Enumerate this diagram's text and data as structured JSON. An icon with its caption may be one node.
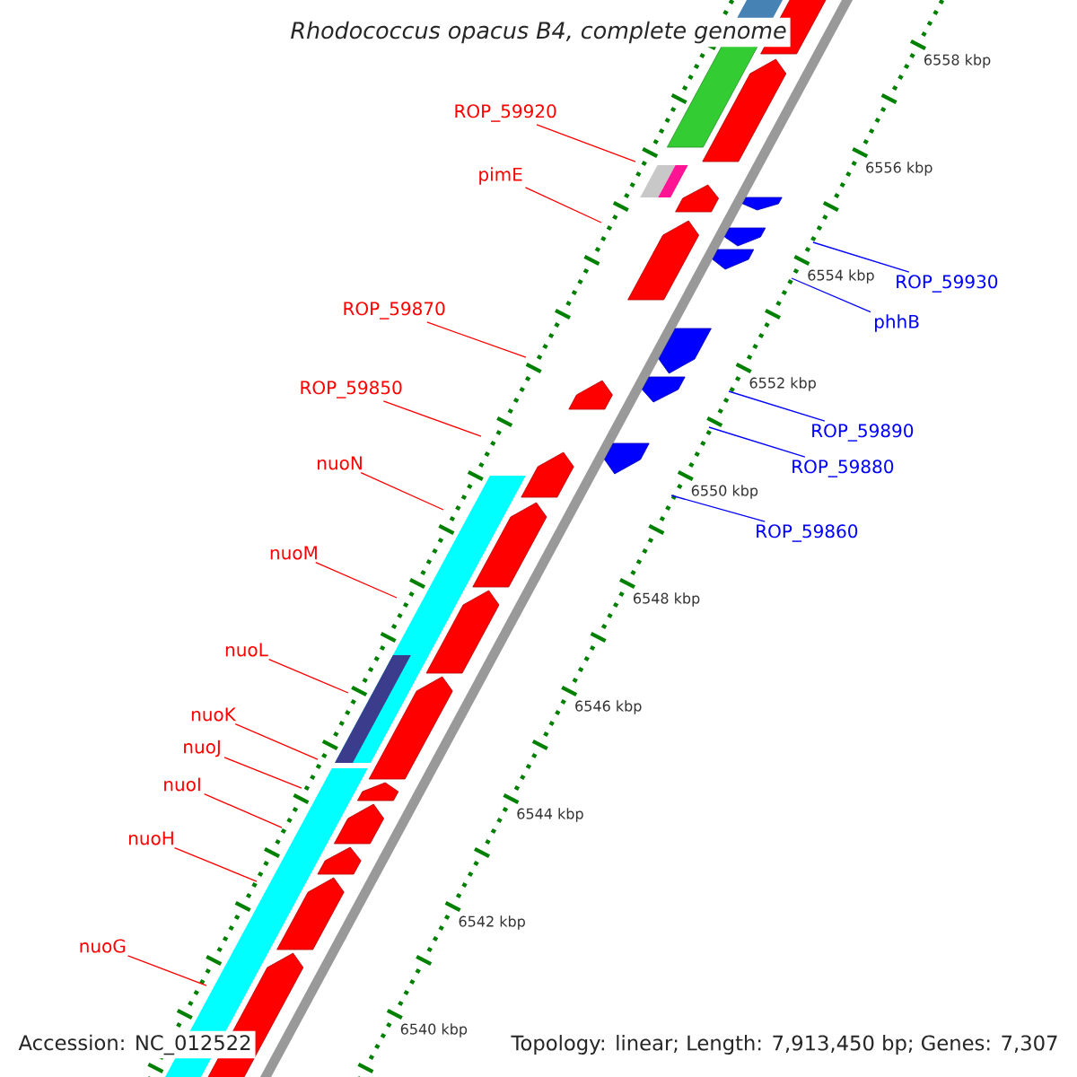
{
  "diagram": {
    "title": "Rhodococcus opacus B4, complete genome",
    "nodes": [
      {
        "text": [
          "ROP_59920"
        ]
      },
      {
        "text": [
          "pimE"
        ]
      },
      {
        "text": [
          "ROP_59930"
        ]
      },
      {
        "text": [
          "ROP_59870"
        ]
      },
      {
        "text": [
          "phhB"
        ]
      },
      {
        "text": [
          "ROP_59850"
        ]
      },
      {
        "text": [
          "ROP_59890"
        ]
      },
      {
        "text": [
          "nuoN"
        ]
      },
      {
        "text": [
          "ROP_59880"
        ]
      },
      {
        "text": [
          "ROP_59860"
        ]
      },
      {
        "text": [
          "nuoM"
        ]
      },
      {
        "text": [
          "nuoL"
        ]
      },
      {
        "text": [
          "nuoK"
        ]
      },
      {
        "text": [
          "nuoJ"
        ]
      },
      {
        "text": [
          "nuoI"
        ]
      },
      {
        "text": [
          "nuoH"
        ]
      },
      {
        "text": [
          "nuoG"
        ]
      }
    ],
    "edges": [
      {
        "from": 0,
        "to": null,
        "arrow": "none"
      },
      {
        "from": 1,
        "to": null,
        "arrow": "none"
      },
      {
        "from": 2,
        "to": null,
        "arrow": "none",
        "color": "#0000ff"
      },
      {
        "from": 3,
        "to": null,
        "arrow": "none"
      },
      {
        "from": 4,
        "to": null,
        "arrow": "none",
        "color": "#0000ff"
      },
      {
        "from": 5,
        "to": null,
        "arrow": "none"
      },
      {
        "from": 6,
        "to": null,
        "arrow": "none",
        "color": "#0000ff"
      },
      {
        "from": 7,
        "to": null,
        "arrow": "none"
      },
      {
        "from": 8,
        "to": null,
        "arrow": "none",
        "color": "#0000ff"
      },
      {
        "from": 9,
        "to": null,
        "arrow": "none",
        "color": "#0000ff"
      },
      {
        "from": 10,
        "to": null,
        "arrow": "none"
      },
      {
        "from": 11,
        "to": null,
        "arrow": "none"
      },
      {
        "from": 12,
        "to": null,
        "arrow": "none"
      },
      {
        "from": 13,
        "to": null,
        "arrow": "none"
      },
      {
        "from": 14,
        "to": null,
        "arrow": "none"
      },
      {
        "from": 15,
        "to": null,
        "arrow": "none"
      },
      {
        "from": 16,
        "to": null,
        "arrow": "none"
      }
    ],
    "labels": [
      "6558 kbp",
      "6556 kbp",
      "6554 kbp",
      "6552 kbp",
      "6550 kbp",
      "6548 kbp",
      "6546 kbp",
      "6544 kbp",
      "6542 kbp",
      "6540 kbp",
      "Accession: NC_012522",
      "Topology: linear; Length: 7,913,450 bp; Genes: 7,307"
    ]
  }
}
